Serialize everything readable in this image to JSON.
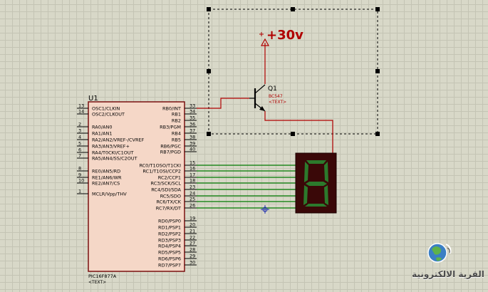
{
  "ic": {
    "ref": "U1",
    "part": "PIC16F877A",
    "text_placeholder": "<TEXT>",
    "left_pins": [
      {
        "num": "13",
        "name": "OSC1/CLKIN"
      },
      {
        "num": "14",
        "name": "OSC2/CLKOUT"
      },
      {
        "num": "2",
        "name": "RA0/AN0"
      },
      {
        "num": "3",
        "name": "RA1/AN1"
      },
      {
        "num": "4",
        "name": "RA2/AN2/VREF-/CVREF"
      },
      {
        "num": "5",
        "name": "RA3/AN3/VREF+"
      },
      {
        "num": "6",
        "name": "RA4/T0CKI/C1OUT"
      },
      {
        "num": "7",
        "name": "RA5/AN4/SS/C2OUT"
      },
      {
        "num": "8",
        "name": "RE0/AN5/RD"
      },
      {
        "num": "9",
        "name": "RE1/AN6/WR"
      },
      {
        "num": "10",
        "name": "RE2/AN7/CS"
      },
      {
        "num": "1",
        "name": "MCLR/Vpp/THV"
      }
    ],
    "right_pins": [
      {
        "num": "33",
        "name": "RB0/INT"
      },
      {
        "num": "34",
        "name": "RB1"
      },
      {
        "num": "35",
        "name": "RB2"
      },
      {
        "num": "36",
        "name": "RB3/PGM"
      },
      {
        "num": "37",
        "name": "RB4"
      },
      {
        "num": "38",
        "name": "RB5"
      },
      {
        "num": "39",
        "name": "RB6/PGC"
      },
      {
        "num": "40",
        "name": "RB7/PGD"
      },
      {
        "num": "15",
        "name": "RC0/T1OSO/T1CKI"
      },
      {
        "num": "16",
        "name": "RC1/T1OSI/CCP2"
      },
      {
        "num": "17",
        "name": "RC2/CCP1"
      },
      {
        "num": "18",
        "name": "RC3/SCK/SCL"
      },
      {
        "num": "23",
        "name": "RC4/SDI/SDA"
      },
      {
        "num": "24",
        "name": "RC5/SDO"
      },
      {
        "num": "25",
        "name": "RC6/TX/CK"
      },
      {
        "num": "26",
        "name": "RC7/RX/DT"
      },
      {
        "num": "19",
        "name": "RD0/PSP0"
      },
      {
        "num": "20",
        "name": "RD1/PSP1"
      },
      {
        "num": "21",
        "name": "RD2/PSP2"
      },
      {
        "num": "22",
        "name": "RD3/PSP3"
      },
      {
        "num": "27",
        "name": "RD4/PSP4"
      },
      {
        "num": "28",
        "name": "RD5/PSP5"
      },
      {
        "num": "29",
        "name": "RD6/PSP6"
      },
      {
        "num": "30",
        "name": "RD7/PSP7"
      }
    ]
  },
  "transistor": {
    "ref": "Q1",
    "part": "BC547",
    "text_placeholder": "<TEXT>"
  },
  "power": {
    "label": "+30v"
  },
  "display": {
    "digit": "8"
  },
  "watermark": {
    "text": "القرية الالكترونية"
  },
  "colors": {
    "wire_green": "#007a00",
    "wire_red": "#b00000",
    "ic_fill": "#f5d7c7",
    "ic_border": "#7a1010",
    "display_bg": "#3a0808",
    "segment_on": "#2c7a2c",
    "background": "#d8d8c8",
    "selection": "#000000",
    "probe": "#1f2fb0"
  }
}
